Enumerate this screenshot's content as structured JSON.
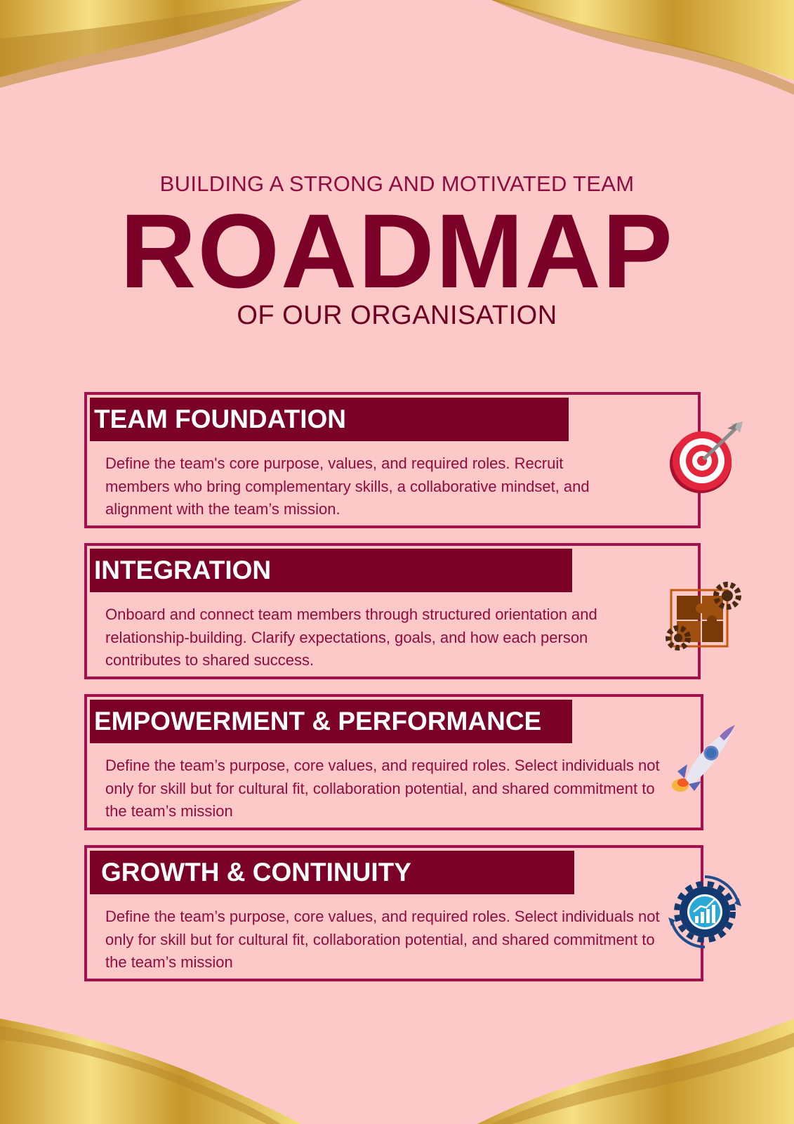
{
  "header": {
    "kicker": "BUILDING A STRONG AND MOTIVATED TEAM",
    "title": "ROADMAP",
    "subtitle": "OF OUR ORGANISATION"
  },
  "colors": {
    "background": "#fcc9c8",
    "primary": "#7a0028",
    "accent": "#a3124d",
    "text": "#8e0c3f",
    "gold": "#d8b34a"
  },
  "stages": [
    {
      "title": "TEAM FOUNDATION",
      "body": "Define the team's core purpose, values, and required roles. Recruit members who bring complementary skills, a collaborative mindset, and alignment with the team’s mission.",
      "icon": "target-icon"
    },
    {
      "title": "INTEGRATION",
      "body": "Onboard and connect team members through structured orientation and relationship-building. Clarify expectations, goals, and how each person contributes to shared success.",
      "icon": "puzzle-gears-icon"
    },
    {
      "title": "EMPOWERMENT & PERFORMANCE",
      "body": "Define the team’s purpose, core values, and required roles. Select individuals not only for skill but for cultural fit, collaboration potential, and shared commitment to the team’s mission",
      "icon": "rocket-icon"
    },
    {
      "title": "GROWTH & CONTINUITY",
      "body": "Define the team’s purpose, core values, and required roles. Select individuals not only for skill but for cultural fit, collaboration potential, and shared commitment to the team’s mission",
      "icon": "growth-gear-icon"
    }
  ]
}
